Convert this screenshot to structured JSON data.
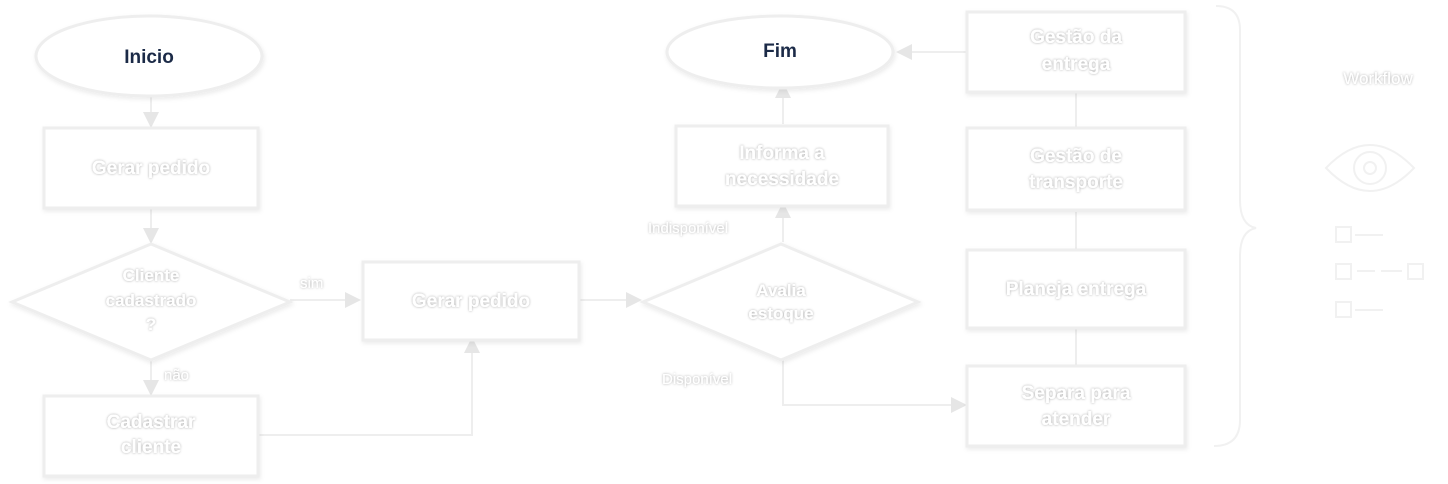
{
  "nodes": {
    "inicio": "Inicio",
    "fim": "Fim",
    "gerar_pedido_1": "Gerar pedido",
    "cliente_cadastrado": [
      "Cliente",
      "cadastrado",
      "?"
    ],
    "gerar_pedido_2": "Gerar pedido",
    "cadastrar_cliente": [
      "Cadastrar",
      "cliente"
    ],
    "avalia_estoque": [
      "Avalia",
      "estoque"
    ],
    "informa_necessidade": [
      "Informa a",
      "necessidade"
    ],
    "gestao_entrega": [
      "Gestão da",
      "entrega"
    ],
    "gestao_transporte": [
      "Gestão de",
      "transporte"
    ],
    "planeja_entrega": "Planeja entrega",
    "separa_atender": [
      "Separa para",
      "atender"
    ]
  },
  "edges": {
    "sim": "sim",
    "nao": "não",
    "indisponivel": "Indisponível",
    "disponivel": "Disponível"
  },
  "sidebar": {
    "title": "Workflow",
    "icons": [
      "eye-icon",
      "workflow-nodes-icon"
    ]
  },
  "colors": {
    "text_dark": "#1b2a47",
    "shape_stroke": "#eeeeee",
    "background": "#ffffff"
  }
}
